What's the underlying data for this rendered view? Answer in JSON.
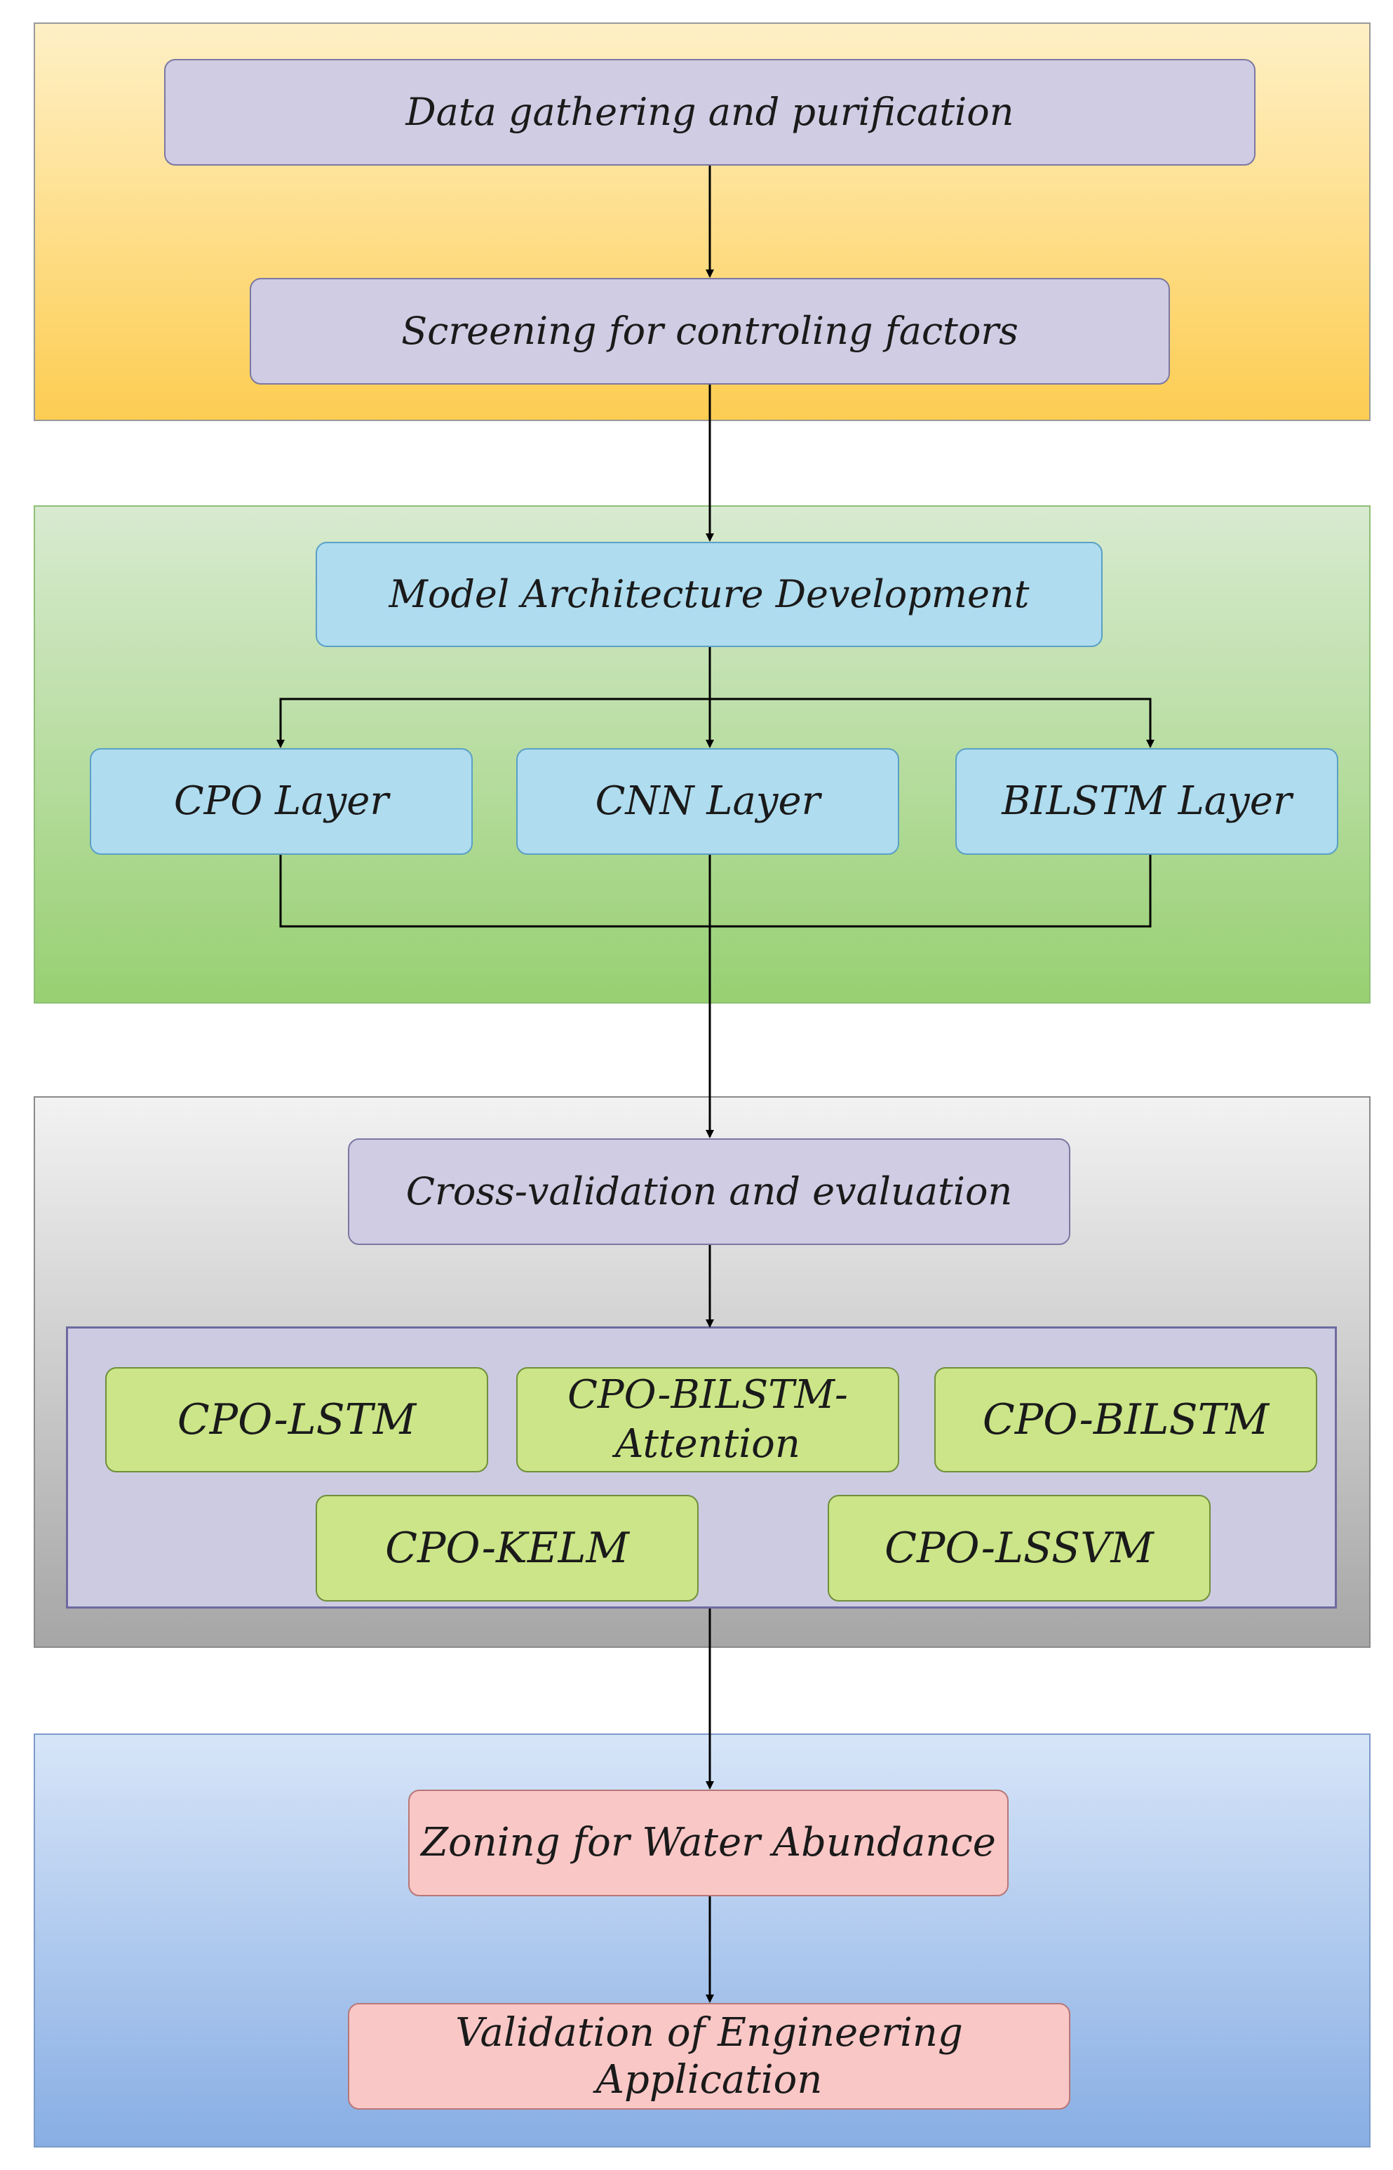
{
  "stages": {
    "data_gathering": "Data gathering and purification",
    "screening": "Screening for controling factors",
    "model_dev": "Model Architecture Development",
    "cpo_layer": "CPO Layer",
    "cnn_layer": "CNN Layer",
    "bilstm_layer": "BILSTM Layer",
    "cross_validation": "Cross-validation and evaluation",
    "zoning": "Zoning for Water Abundance",
    "validation": "Validation of Engineering Application"
  },
  "models": {
    "cpo_lstm": "CPO-LSTM",
    "cpo_bilstm_attention": "CPO-BILSTM-\nAttention",
    "cpo_bilstm": "CPO-BILSTM",
    "cpo_kelm": "CPO-KELM",
    "cpo_lssvm": "CPO-LSSVM"
  },
  "colors": {
    "panel_preprocessing": "#fdcd52",
    "panel_modeling": "#98d072",
    "panel_evaluation": "#a6a6a6",
    "panel_application": "#88aee4",
    "box_lavender": "#cfcce3",
    "box_blue": "#afdcef",
    "box_lime": "#cbe588",
    "box_pink": "#f9c7c6"
  }
}
